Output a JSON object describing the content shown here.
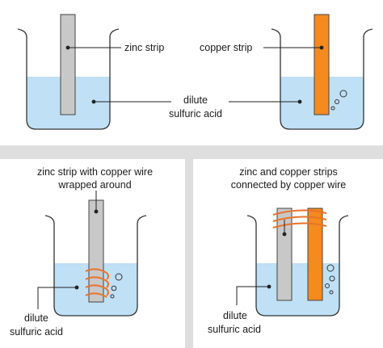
{
  "colors": {
    "water": "#bfe0f5",
    "beaker_stroke": "#333333",
    "zinc": "#c8c8c8",
    "copper": "#f58a1f",
    "wire": "#e8742a",
    "separator": "#dedede",
    "leader": "#222222"
  },
  "panels": {
    "top_left": {
      "strip_label": "zinc strip",
      "acid_label_line1": "dilute",
      "acid_label_line2": "sulfuric acid"
    },
    "top_right": {
      "strip_label": "copper strip"
    },
    "bottom_left": {
      "caption_line1": "zinc strip with copper wire",
      "caption_line2": "wrapped around",
      "acid_label_line1": "dilute",
      "acid_label_line2": "sulfuric acid"
    },
    "bottom_right": {
      "caption_line1": "zinc and copper strips",
      "caption_line2": "connected by copper wire",
      "acid_label_line1": "dilute",
      "acid_label_line2": "sulfuric acid"
    }
  }
}
